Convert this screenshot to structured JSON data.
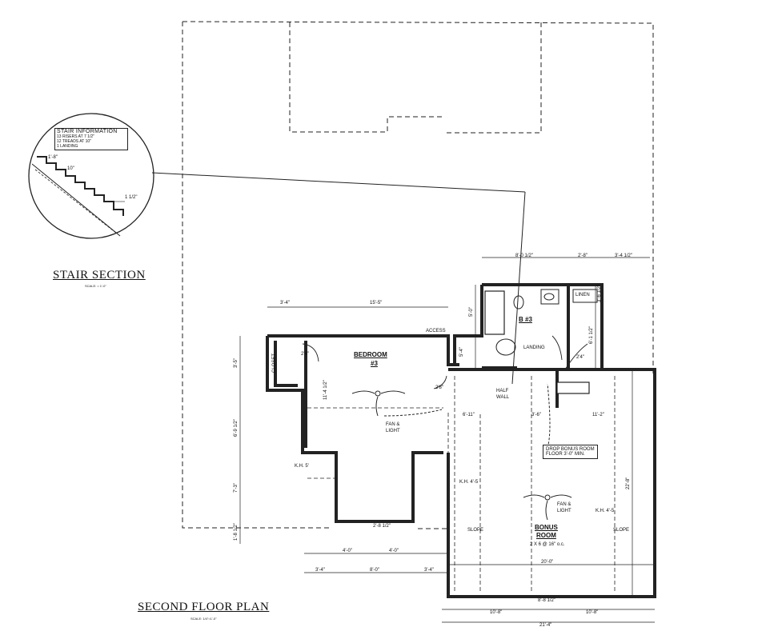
{
  "drawing": {
    "stair_section_title": "STAIR SECTION",
    "stair_section_scale": "SCALE: = 1'-0\"",
    "second_floor_title": "SECOND FLOOR PLAN",
    "second_floor_scale": "SCALE: 1/4\"=1'-0\""
  },
  "stair_info": {
    "heading": "STAIR INFORMATION",
    "lines": [
      "13 RISERS AT 7 1/2\"",
      "12 TREADS AT 10\"",
      "1 LANDING"
    ],
    "riser_dim": "1'-8\"",
    "tread_dim": "10\"",
    "landing_dim": "1 1/2\""
  },
  "rooms": {
    "bedroom": [
      "BEDROOM",
      "#3"
    ],
    "bath": "B #3",
    "bonus": [
      "BONUS",
      "ROOM"
    ],
    "bonus_joists": "2 X 6 @ 16\" o.c.",
    "landing": "LANDING",
    "half_wall": [
      "HALF",
      "WALL"
    ],
    "closet": "CLOSET",
    "linen": "LINEN",
    "access": "ACCESS"
  },
  "notes": {
    "fan_light": [
      "FAN &",
      "LIGHT"
    ],
    "drop_bonus": [
      "DROP BONUS ROOM",
      "FLOOR 3'-0\" MIN."
    ],
    "kh_left": "K.H. 4'-5",
    "kh_right": "K.H. 4'-5",
    "kh_bedroom": "K.H. 5'",
    "slope": "SLOPE",
    "door_28": "2'8\"",
    "door_24": "2'4\""
  },
  "dimensions": {
    "top_run": [
      "8'-0 1/2\"",
      "2'-8\"",
      "3'-4 1/2\""
    ],
    "bed_top": [
      "3'-4\"",
      "15'-5\""
    ],
    "left_side": [
      "3'-5\"",
      "6'-9 1/2\"",
      "7'-3\"",
      "1'-8 1/2\""
    ],
    "bath_side": [
      "5'-0\"",
      "5'-4\"",
      "6'-1 1/2\"",
      "3'-6 1/2\""
    ],
    "bed_inner": "11'-4 1/2\"",
    "bonus_inner": [
      "6'-11\"",
      "3'-6\"",
      "11'-2\""
    ],
    "bonus_width": "20'-0\"",
    "bonus_depth": "22'-8\"",
    "bed_bottom": "2'-8 1/2\"",
    "lower_row1": [
      "4'-0\"",
      "4'-0\""
    ],
    "lower_row2": [
      "3'-4\"",
      "8'-0\"",
      "3'-4\""
    ],
    "bonus_bottom": "8'-8 1/2\"",
    "bonus_bottom_split": [
      "10'-8\"",
      "10'-8\""
    ],
    "overall_bottom": "21'-4\""
  }
}
